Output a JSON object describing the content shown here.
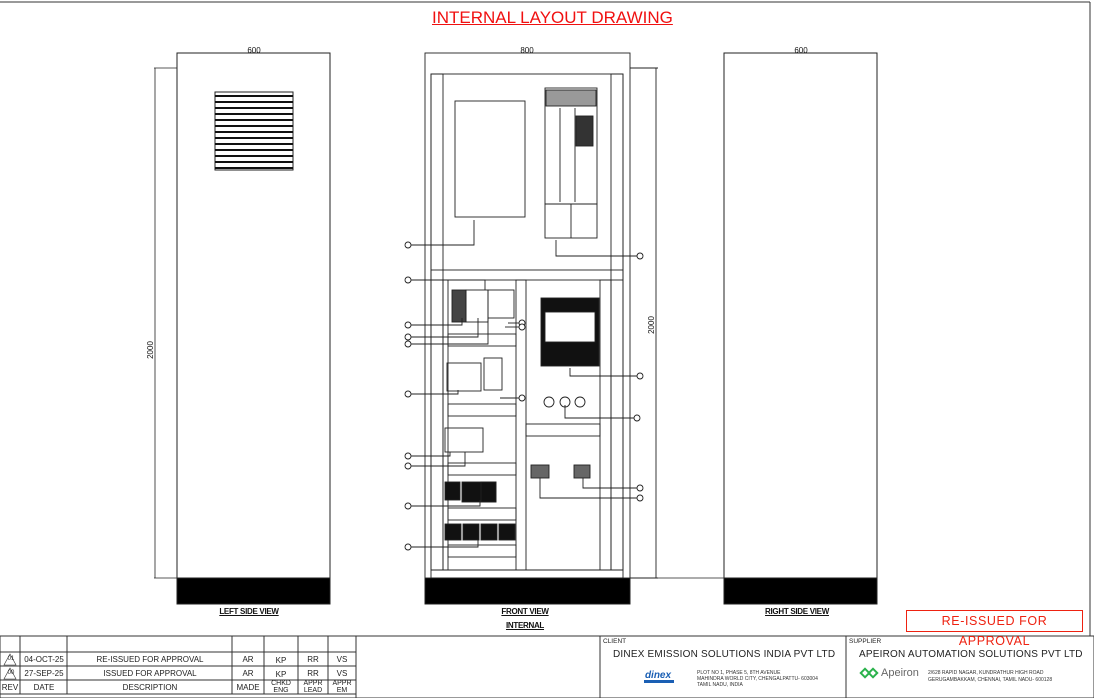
{
  "drawing": {
    "title": "INTERNAL LAYOUT DRAWING",
    "status_stamp": "RE-ISSUED FOR APPROVAL",
    "views": {
      "left": {
        "label": "LEFT SIDE VIEW",
        "width_dim": "600",
        "height_dim": "2000"
      },
      "front": {
        "label": "FRONT VIEW",
        "sublabel": "INTERNAL",
        "width_dim": "800",
        "height_dim": "2000"
      },
      "right": {
        "label": "RIGHT SIDE VIEW",
        "width_dim": "600"
      }
    }
  },
  "revisions": {
    "headers": {
      "rev": "REV",
      "date": "DATE",
      "description": "DESCRIPTION",
      "made": "MADE",
      "chkd": "CHKD ENG",
      "appr_lead": "APPR LEAD",
      "appr_em": "APPR EM"
    },
    "rows": [
      {
        "rev": "01",
        "date": "04-OCT-25",
        "description": "RE-ISSUED FOR APPROVAL",
        "made": "AR",
        "chkd": "KP",
        "appr_lead": "RR",
        "appr_em": "VS"
      },
      {
        "rev": "00",
        "date": "27-SEP-25",
        "description": "ISSUED FOR APPROVAL",
        "made": "AR",
        "chkd": "KP",
        "appr_lead": "RR",
        "appr_em": "VS"
      }
    ]
  },
  "client": {
    "heading": "CLIENT",
    "name": "DINEX EMISSION SOLUTIONS INDIA PVT LTD",
    "logo_text": "dinex",
    "address": [
      "PLOT NO 1, PHASE 5, 8TH AVENUE",
      "MAHINDRA WORLD CITY, CHENGALPATTU- 603004",
      "TAMIL NADU, INDIA"
    ]
  },
  "supplier": {
    "heading": "SUPPLIER",
    "name": "APEIRON AUTOMATION SOLUTIONS PVT LTD",
    "logo_text": "Apeiron",
    "address": [
      "2/628 RAPID NAGAR, KUNDRATHUR HIGH ROAD",
      "GERUGAMBAKKAM, CHENNAI, TAMIL NADU- 600128"
    ]
  },
  "colors": {
    "title": "#f01010",
    "stamp": "#e21111",
    "line": "#111111",
    "apeiron_green": "#2bb24c",
    "dinex_blue": "#1a5fb4"
  }
}
